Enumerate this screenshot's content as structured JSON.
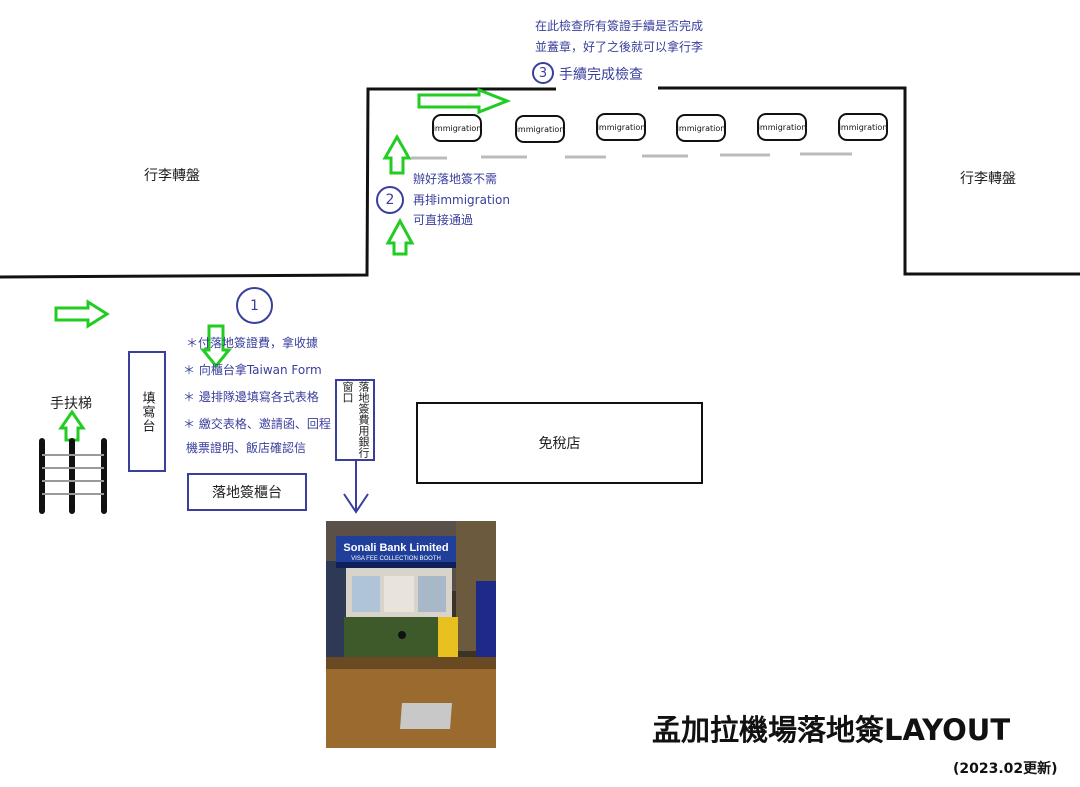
{
  "title": "孟加拉機場落地簽LAYOUT",
  "updated": "(2023.02更新)",
  "areas": {
    "baggage_left": "行李轉盤",
    "baggage_right": "行李轉盤",
    "escalator": "手扶梯",
    "form_desk": "填寫台",
    "visa_counter": "落地簽櫃台",
    "bank_window": "落地簽費用銀行窗口",
    "duty_free": "免稅店"
  },
  "immigration_label": "immigration",
  "immigration_booths": [
    "immigration",
    "immigration",
    "immigration",
    "immigration",
    "immigration",
    "immigration"
  ],
  "steps": [
    {
      "number": "1",
      "notes": [
        "＊付落地簽證費，拿收據",
        "＊ 向櫃台拿Taiwan Form",
        "＊ 邊排隊邊填寫各式表格",
        "＊ 繳交表格、邀請函、回程",
        "機票證明、飯店確認信"
      ]
    },
    {
      "number": "2",
      "notes": [
        "辦好落地簽不需",
        "再排immigration",
        "可直接通過"
      ]
    },
    {
      "number": "3",
      "label": "手續完成檢查",
      "notes": [
        "在此檢查所有簽證手續是否完成",
        "並蓋章，好了之後就可以拿行李"
      ]
    }
  ],
  "photo": {
    "sign_title": "Sonali Bank Limited",
    "sign_subtitle": "VISA FEE COLLECTION BOOTH"
  },
  "colors": {
    "wall": "#111111",
    "accent_blue": "#3a3f9c",
    "arrow_green": "#22cc22",
    "queue_gray": "#bbbbbb"
  }
}
